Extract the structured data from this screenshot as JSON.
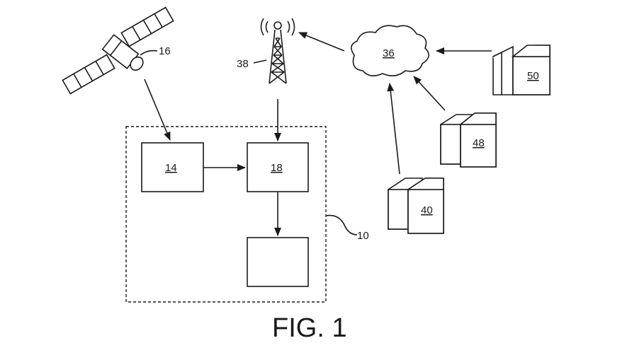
{
  "figure": {
    "caption": "FIG. 1"
  },
  "labels": {
    "satellite": "16",
    "tower": "38",
    "cloud": "36",
    "system": "10",
    "box_a": "14",
    "box_b": "18",
    "server_1": "50",
    "server_2": "48",
    "server_3": "40"
  },
  "colors": {
    "line": "#1a1a1a",
    "background": "#ffffff"
  }
}
